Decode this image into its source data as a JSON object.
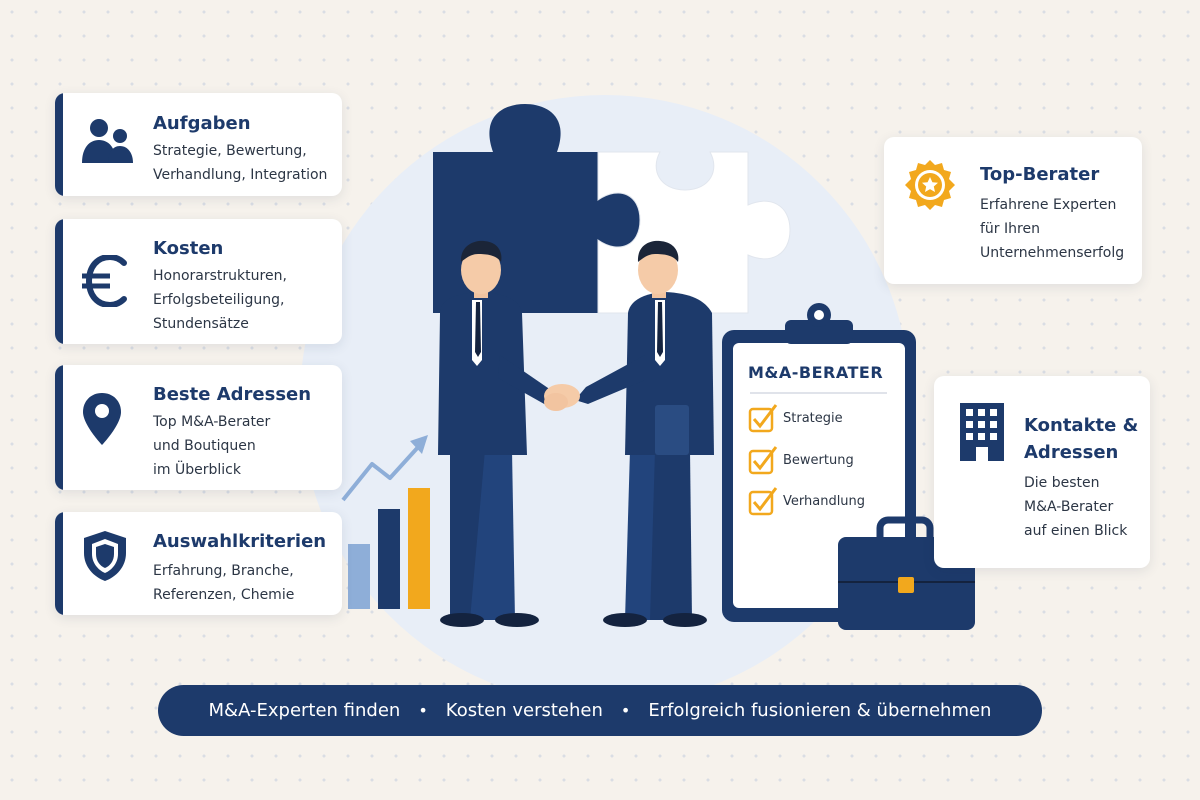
{
  "cards": {
    "aufgaben": {
      "title": "Aufgaben",
      "lines": [
        "Strategie, Bewertung,",
        "Verhandlung, Integration"
      ],
      "icon": "people-icon"
    },
    "kosten": {
      "title": "Kosten",
      "lines": [
        "Honorarstrukturen,",
        "Erfolgsbeteiligung,",
        "Stundensätze"
      ],
      "icon": "euro-icon"
    },
    "adressen": {
      "title": "Beste Adressen",
      "lines": [
        "Top M&A-Berater",
        "und Boutiquen",
        "im Überblick"
      ],
      "icon": "location-pin-icon"
    },
    "kriterien": {
      "title": "Auswahlkriterien",
      "lines": [
        "Erfahrung, Branche,",
        "Referenzen, Chemie"
      ],
      "icon": "shield-icon"
    },
    "topberater": {
      "title": "Top-Berater",
      "lines": [
        "Erfahrene Experten",
        "für Ihren",
        "Unternehmenserfolg"
      ],
      "icon": "badge-star-icon"
    },
    "kontakte": {
      "title_lines": [
        "Kontakte &",
        "Adressen"
      ],
      "lines": [
        "Die besten",
        "M&A-Berater",
        "auf einen Blick"
      ],
      "icon": "office-building-icon"
    }
  },
  "clipboard": {
    "title": "M&A-BERATER",
    "items": [
      "Strategie",
      "Bewertung",
      "Verhandlung"
    ]
  },
  "banner": {
    "item1": "M&A-Experten finden",
    "item2": "Kosten verstehen",
    "item3": "Erfolgreich fusionieren & übernehmen",
    "separator": "•"
  },
  "colors": {
    "navy": "#1d3a6b",
    "gold": "#f2a81d",
    "light_blue": "#8eaed8",
    "background": "#f6f2ec"
  }
}
